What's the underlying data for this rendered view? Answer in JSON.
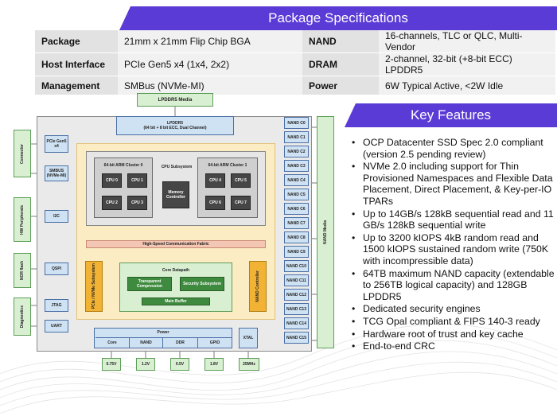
{
  "specs": {
    "title": "Package Specifications",
    "rows": [
      {
        "k1": "Package",
        "v1": "21mm x 21mm Flip Chip BGA",
        "k2": "NAND",
        "v2": "16-channels, TLC or QLC, Multi-Vendor"
      },
      {
        "k1": "Host Interface",
        "v1": "PCIe Gen5 x4 (1x4, 2x2)",
        "k2": "DRAM",
        "v2": "2-channel, 32-bit (+8-bit ECC)  LPDDR5"
      },
      {
        "k1": "Management",
        "v1": "SMBus (NVMe-MI)",
        "k2": "Power",
        "v2": "6W Typical Active, <2W Idle"
      }
    ]
  },
  "features": {
    "title": "Key Features",
    "items": [
      "OCP Datacenter SSD Spec 2.0 compliant (version 2.5 pending review)",
      "NVMe 2.0 including support for Thin Provisioned Namespaces and Flexible Data Placement, Direct Placement, & Key-per-IO TPARs",
      "Up to 14GB/s 128kB sequential read and 11 GB/s 128kB sequential write",
      "Up to 3200 kIOPS 4kB random read and 1500 kIOPS sustained random write (750K with incompressible data)",
      "64TB maximum NAND capacity (extendable to 256TB logical capacity) and 128GB LPDDR5",
      "Dedicated security engines",
      "TCG Opal compliant & FIPS 140-3 ready",
      "Hardware root of trust and key cache",
      "End-to-end CRC"
    ]
  },
  "diagram": {
    "lpddr5_media": "LPDDR5 Media",
    "lpddr5_title": "LPDDR5",
    "lpddr5_sub": "(64 bit + 8 bit ECC, Dual Channel)",
    "left_ext": [
      "Connector",
      "HW Peripherals",
      "NOR flash",
      "Diagnostics"
    ],
    "left_if": [
      "PCIe Gen5 x4",
      "SMBUS (NVMe-MI)",
      "I2C",
      "QSPI",
      "JTAG",
      "UART"
    ],
    "cpu_title": "CPU Subsystem",
    "cluster0_title": "64-bit ARM Cluster 0",
    "cluster1_title": "64-bit ARM Cluster 1",
    "cpus0": [
      "CPU 0",
      "CPU 1",
      "CPU 2",
      "CPU 3"
    ],
    "cpus1": [
      "CPU 4",
      "CPU 5",
      "CPU 6",
      "CPU 7"
    ],
    "memctrl": "Memory Controller",
    "fabric": "High-Speed Communication Fabric",
    "pcie_sub": "PCIe / NVMe Subsystem",
    "nand_ctrl": "NAND Controller",
    "datapath_title": "Core Datapath",
    "transparent": "Transparent Compression",
    "security": "Security Subsystem",
    "main_buffer": "Main Buffer",
    "power_title": "Power",
    "power_domains": [
      "Core",
      "NAND",
      "DDR",
      "GPIO"
    ],
    "voltages": [
      "0.75V",
      "1.2V",
      "0.5V",
      "1.8V"
    ],
    "xtal": "XTAL",
    "freq": "25MHz",
    "nand_channels": [
      "NAND C0",
      "NAND C1",
      "NAND C2",
      "NAND C3",
      "NAND C4",
      "NAND C5",
      "NAND C6",
      "NAND C7",
      "NAND C8",
      "NAND C9",
      "NAND C10",
      "NAND C11",
      "NAND C12",
      "NAND C13",
      "NAND C14",
      "NAND C15"
    ],
    "nand_media": "NAND Media"
  }
}
